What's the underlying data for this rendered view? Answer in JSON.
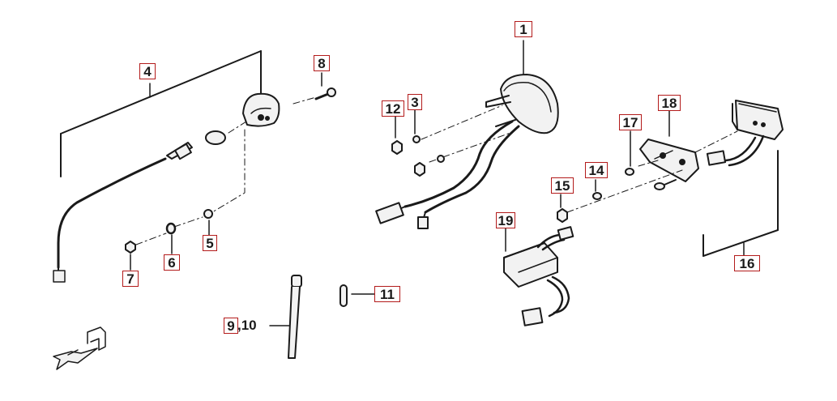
{
  "diagram": {
    "callouts": {
      "p1": "1",
      "p3": "3",
      "p4": "4",
      "p5": "5",
      "p6": "6",
      "p7": "7",
      "p8": "8",
      "p9": "9",
      "p10": ",10",
      "p11": "11",
      "p12": "12",
      "p14": "14",
      "p15": "15",
      "p16": "16",
      "p17": "17",
      "p18": "18",
      "p19": "19"
    },
    "colors": {
      "line": "#1a1a1a",
      "callout_border": "#b31b1b",
      "part_fill": "#f2f2f2"
    }
  }
}
